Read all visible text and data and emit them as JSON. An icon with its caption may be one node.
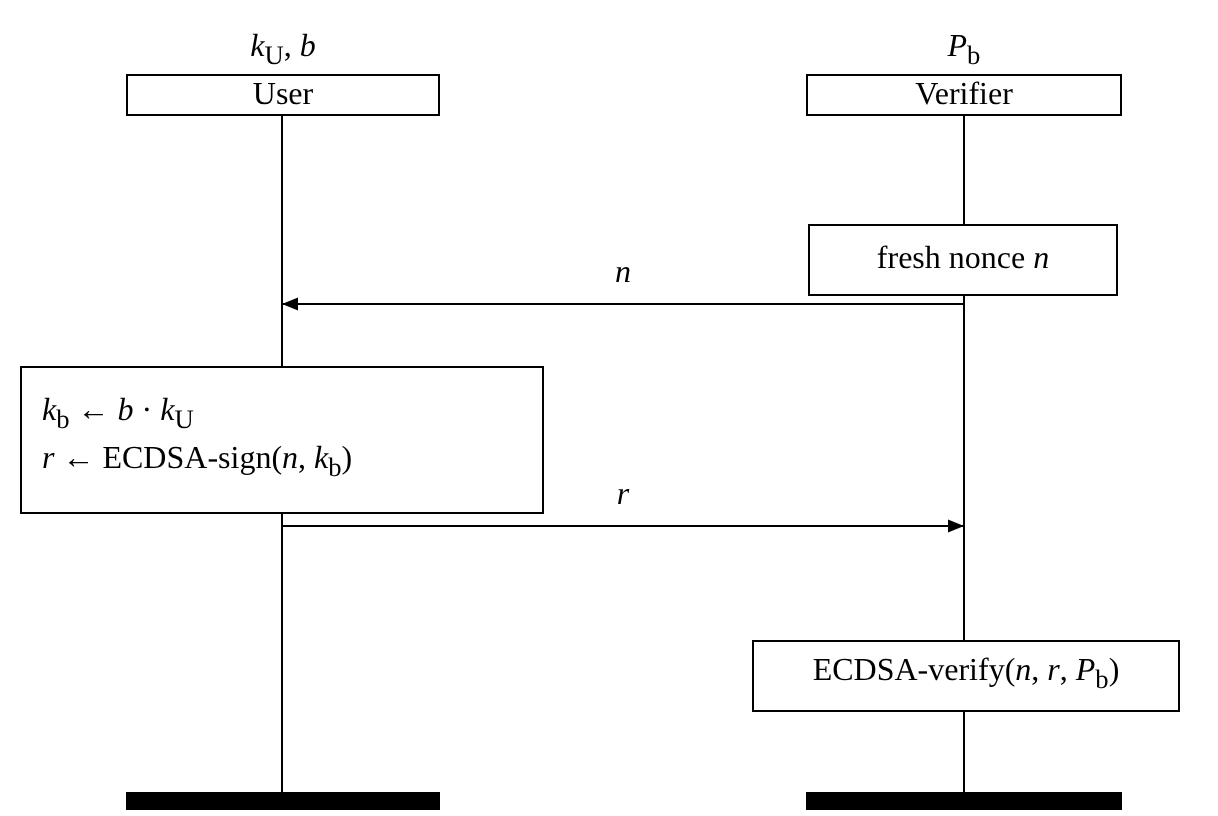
{
  "diagram": {
    "nodes": [
      {
        "text": [
          "User"
        ],
        "beside": [
          "*k*$_{U}$, *b*"
        ]
      },
      {
        "text": [
          "Verifier"
        ],
        "beside": [
          "*P*$_{b}$"
        ]
      },
      {
        "text": [
          "fresh nonce *n*"
        ]
      },
      {
        "text": [
          "*k*$_{b}$ ← *b* · *k*$_{U}$",
          "*r* ← ECDSA-sign(*n*, *k*$_{b}$)"
        ]
      },
      {
        "text": [
          "ECDSA-verify(*n*, *r*, *P*$_{b}$)"
        ]
      },
      {
        "text": [],
        "shape": "bar"
      },
      {
        "text": [],
        "shape": "bar"
      }
    ],
    "edges": [
      {
        "from": 0,
        "to": 3,
        "arrow": "none"
      },
      {
        "from": 3,
        "to": 5,
        "arrow": "none"
      },
      {
        "from": 1,
        "to": 2,
        "arrow": "none"
      },
      {
        "from": 2,
        "to": 4,
        "arrow": "none"
      },
      {
        "from": 4,
        "to": 6,
        "arrow": "none"
      },
      {
        "from": 2,
        "to": 3,
        "arrow": "to",
        "label": "*n*"
      },
      {
        "from": 3,
        "to": 4,
        "arrow": "to",
        "label": "*r*"
      }
    ]
  }
}
